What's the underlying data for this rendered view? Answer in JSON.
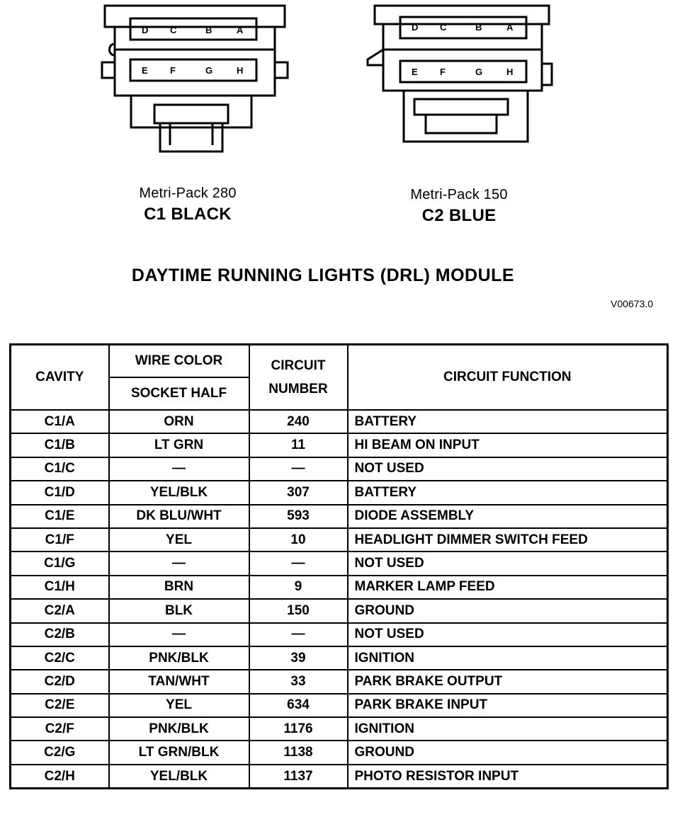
{
  "connectors": [
    {
      "pack_label": "Metri-Pack 280",
      "name": "C1 BLACK",
      "pin_rows": [
        [
          "D",
          "C",
          "B",
          "A"
        ],
        [
          "E",
          "F",
          "G",
          "H"
        ]
      ]
    },
    {
      "pack_label": "Metri-Pack 150",
      "name": "C2 BLUE",
      "pin_rows": [
        [
          "D",
          "C",
          "B",
          "A"
        ],
        [
          "E",
          "F",
          "G",
          "H"
        ]
      ]
    }
  ],
  "module_title": "DAYTIME RUNNING LIGHTS (DRL) MODULE",
  "reference_code": "V00673.0",
  "table": {
    "headers": {
      "cavity": "CAVITY",
      "wire_color": "WIRE COLOR",
      "socket_half": "SOCKET HALF",
      "circuit_number": "CIRCUIT NUMBER",
      "circuit_function": "CIRCUIT FUNCTION"
    },
    "rows": [
      {
        "cavity": "C1/A",
        "wire_color": "ORN",
        "circuit": "240",
        "function": "BATTERY"
      },
      {
        "cavity": "C1/B",
        "wire_color": "LT GRN",
        "circuit": "11",
        "function": "HI BEAM ON INPUT"
      },
      {
        "cavity": "C1/C",
        "wire_color": "—",
        "circuit": "—",
        "function": "NOT USED"
      },
      {
        "cavity": "C1/D",
        "wire_color": "YEL/BLK",
        "circuit": "307",
        "function": "BATTERY"
      },
      {
        "cavity": "C1/E",
        "wire_color": "DK BLU/WHT",
        "circuit": "593",
        "function": "DIODE ASSEMBLY"
      },
      {
        "cavity": "C1/F",
        "wire_color": "YEL",
        "circuit": "10",
        "function": "HEADLIGHT DIMMER SWITCH FEED"
      },
      {
        "cavity": "C1/G",
        "wire_color": "—",
        "circuit": "—",
        "function": "NOT USED"
      },
      {
        "cavity": "C1/H",
        "wire_color": "BRN",
        "circuit": "9",
        "function": "MARKER LAMP FEED"
      },
      {
        "cavity": "C2/A",
        "wire_color": "BLK",
        "circuit": "150",
        "function": "GROUND"
      },
      {
        "cavity": "C2/B",
        "wire_color": "—",
        "circuit": "—",
        "function": "NOT USED"
      },
      {
        "cavity": "C2/C",
        "wire_color": "PNK/BLK",
        "circuit": "39",
        "function": "IGNITION"
      },
      {
        "cavity": "C2/D",
        "wire_color": "TAN/WHT",
        "circuit": "33",
        "function": "PARK BRAKE OUTPUT"
      },
      {
        "cavity": "C2/E",
        "wire_color": "YEL",
        "circuit": "634",
        "function": "PARK BRAKE INPUT"
      },
      {
        "cavity": "C2/F",
        "wire_color": "PNK/BLK",
        "circuit": "1176",
        "function": "IGNITION"
      },
      {
        "cavity": "C2/G",
        "wire_color": "LT GRN/BLK",
        "circuit": "1138",
        "function": "GROUND"
      },
      {
        "cavity": "C2/H",
        "wire_color": "YEL/BLK",
        "circuit": "1137",
        "function": "PHOTO RESISTOR INPUT"
      }
    ]
  }
}
